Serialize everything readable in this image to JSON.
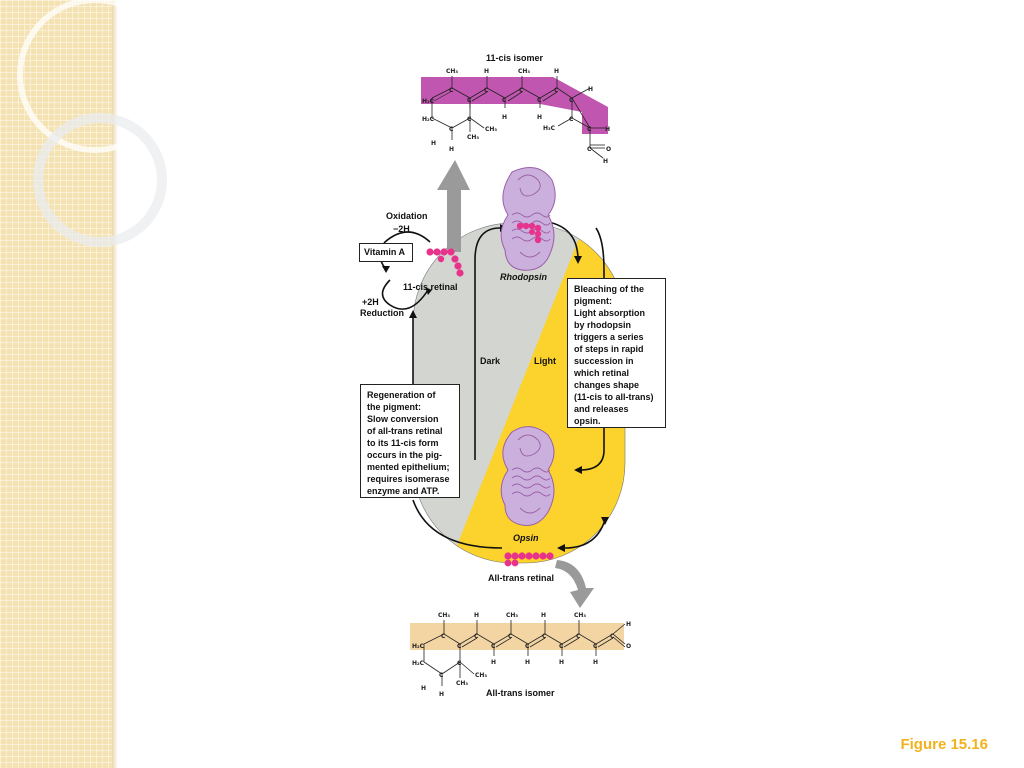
{
  "slide": {
    "figure_label": "Figure 15.16"
  },
  "structures": {
    "top_isomer_title": "11-cis isomer",
    "bottom_isomer_title": "All-trans isomer"
  },
  "cycle": {
    "oxidation": "Oxidation",
    "minus_2h": "−2H",
    "vitamin_a": "Vitamin A",
    "cis_retinal": "11-cis retinal",
    "plus_2h": "+2H",
    "reduction": "Reduction",
    "rhodopsin": "Rhodopsin",
    "dark": "Dark",
    "light": "Light",
    "opsin": "Opsin",
    "all_trans_retinal": "All-trans retinal"
  },
  "bleaching_box": {
    "lines": [
      "Bleaching of the",
      "pigment:",
      "Light absorption",
      "by rhodopsin",
      "triggers a series",
      "of steps in rapid",
      "succession in",
      "which retinal",
      "changes shape",
      "(11-cis to all-trans)",
      "and releases",
      "opsin."
    ]
  },
  "regeneration_box": {
    "lines": [
      "Regeneration of",
      "the pigment:",
      "Slow conversion",
      "of all-trans retinal",
      "to its 11-cis form",
      "occurs in the pig-",
      "mented epithelium;",
      "requires isomerase",
      "enzyme and ATP."
    ]
  },
  "atoms": {
    "ch3": "CH₃",
    "c": "C",
    "h": "H",
    "h2c": "H₂C",
    "h3c": "H₃C",
    "o": "O"
  },
  "colors": {
    "sidebar": "#f4e2b3",
    "dark_region": "#d3d6d0",
    "light_region": "#fcd22c",
    "retinal_bead": "#e8338c",
    "cis_band": "#c156b0",
    "trans_band": "#f3d5a4",
    "protein": "#cbb0dd",
    "protein_stroke": "#9a5fa8",
    "grey_arrow": "#9a9a9a",
    "figure_label": "#f2b21b"
  },
  "icons": [
    "isomerize-arrow-icon",
    "release-arrow-icon",
    "cycle-arrow-icon"
  ]
}
